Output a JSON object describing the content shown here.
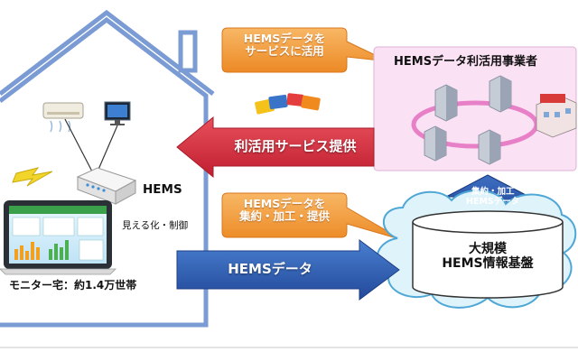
{
  "colors": {
    "house_outline": "#7a9bd3",
    "callout_orange": "#f39a3c",
    "arrow_red": "#d42a3a",
    "arrow_blue": "#2f5fb3",
    "business_pink": "#fbe1f4",
    "cloud_blue": "#dff3fb",
    "cloud_edge": "#4fa7d6",
    "ring_pink": "#e880c8",
    "lightning_yellow": "#f2d52a"
  },
  "icons": {
    "air_conditioner": "air-conditioner-icon",
    "tv": "tv-icon",
    "hems_controller": "hems-controller-icon",
    "tablet_monitor": "tablet-monitor-icon",
    "lightning": "lightning-icon",
    "service_cards": "service-cards-icon",
    "buildings": "building-icon",
    "factory": "factory-icon"
  },
  "diagram": {
    "callout_top": {
      "line1": "HEMSデータを",
      "line2": "サービスに活用"
    },
    "callout_mid": {
      "line1": "HEMSデータを",
      "line2": "集約・加工・提供"
    },
    "business_title": "HEMSデータ利活用事業者",
    "arrow_service": "利活用サービス提供",
    "arrow_data": "HEMSデータ",
    "hems_label": "HEMS",
    "visualize_label": "見える化・制御",
    "monitor_label": "モニター宅：約1.4万世帯",
    "up_arrow": {
      "line1": "集約・加工",
      "line2": "HEMSデータ"
    },
    "platform": {
      "line1": "大規模",
      "line2": "HEMS情報基盤"
    }
  }
}
